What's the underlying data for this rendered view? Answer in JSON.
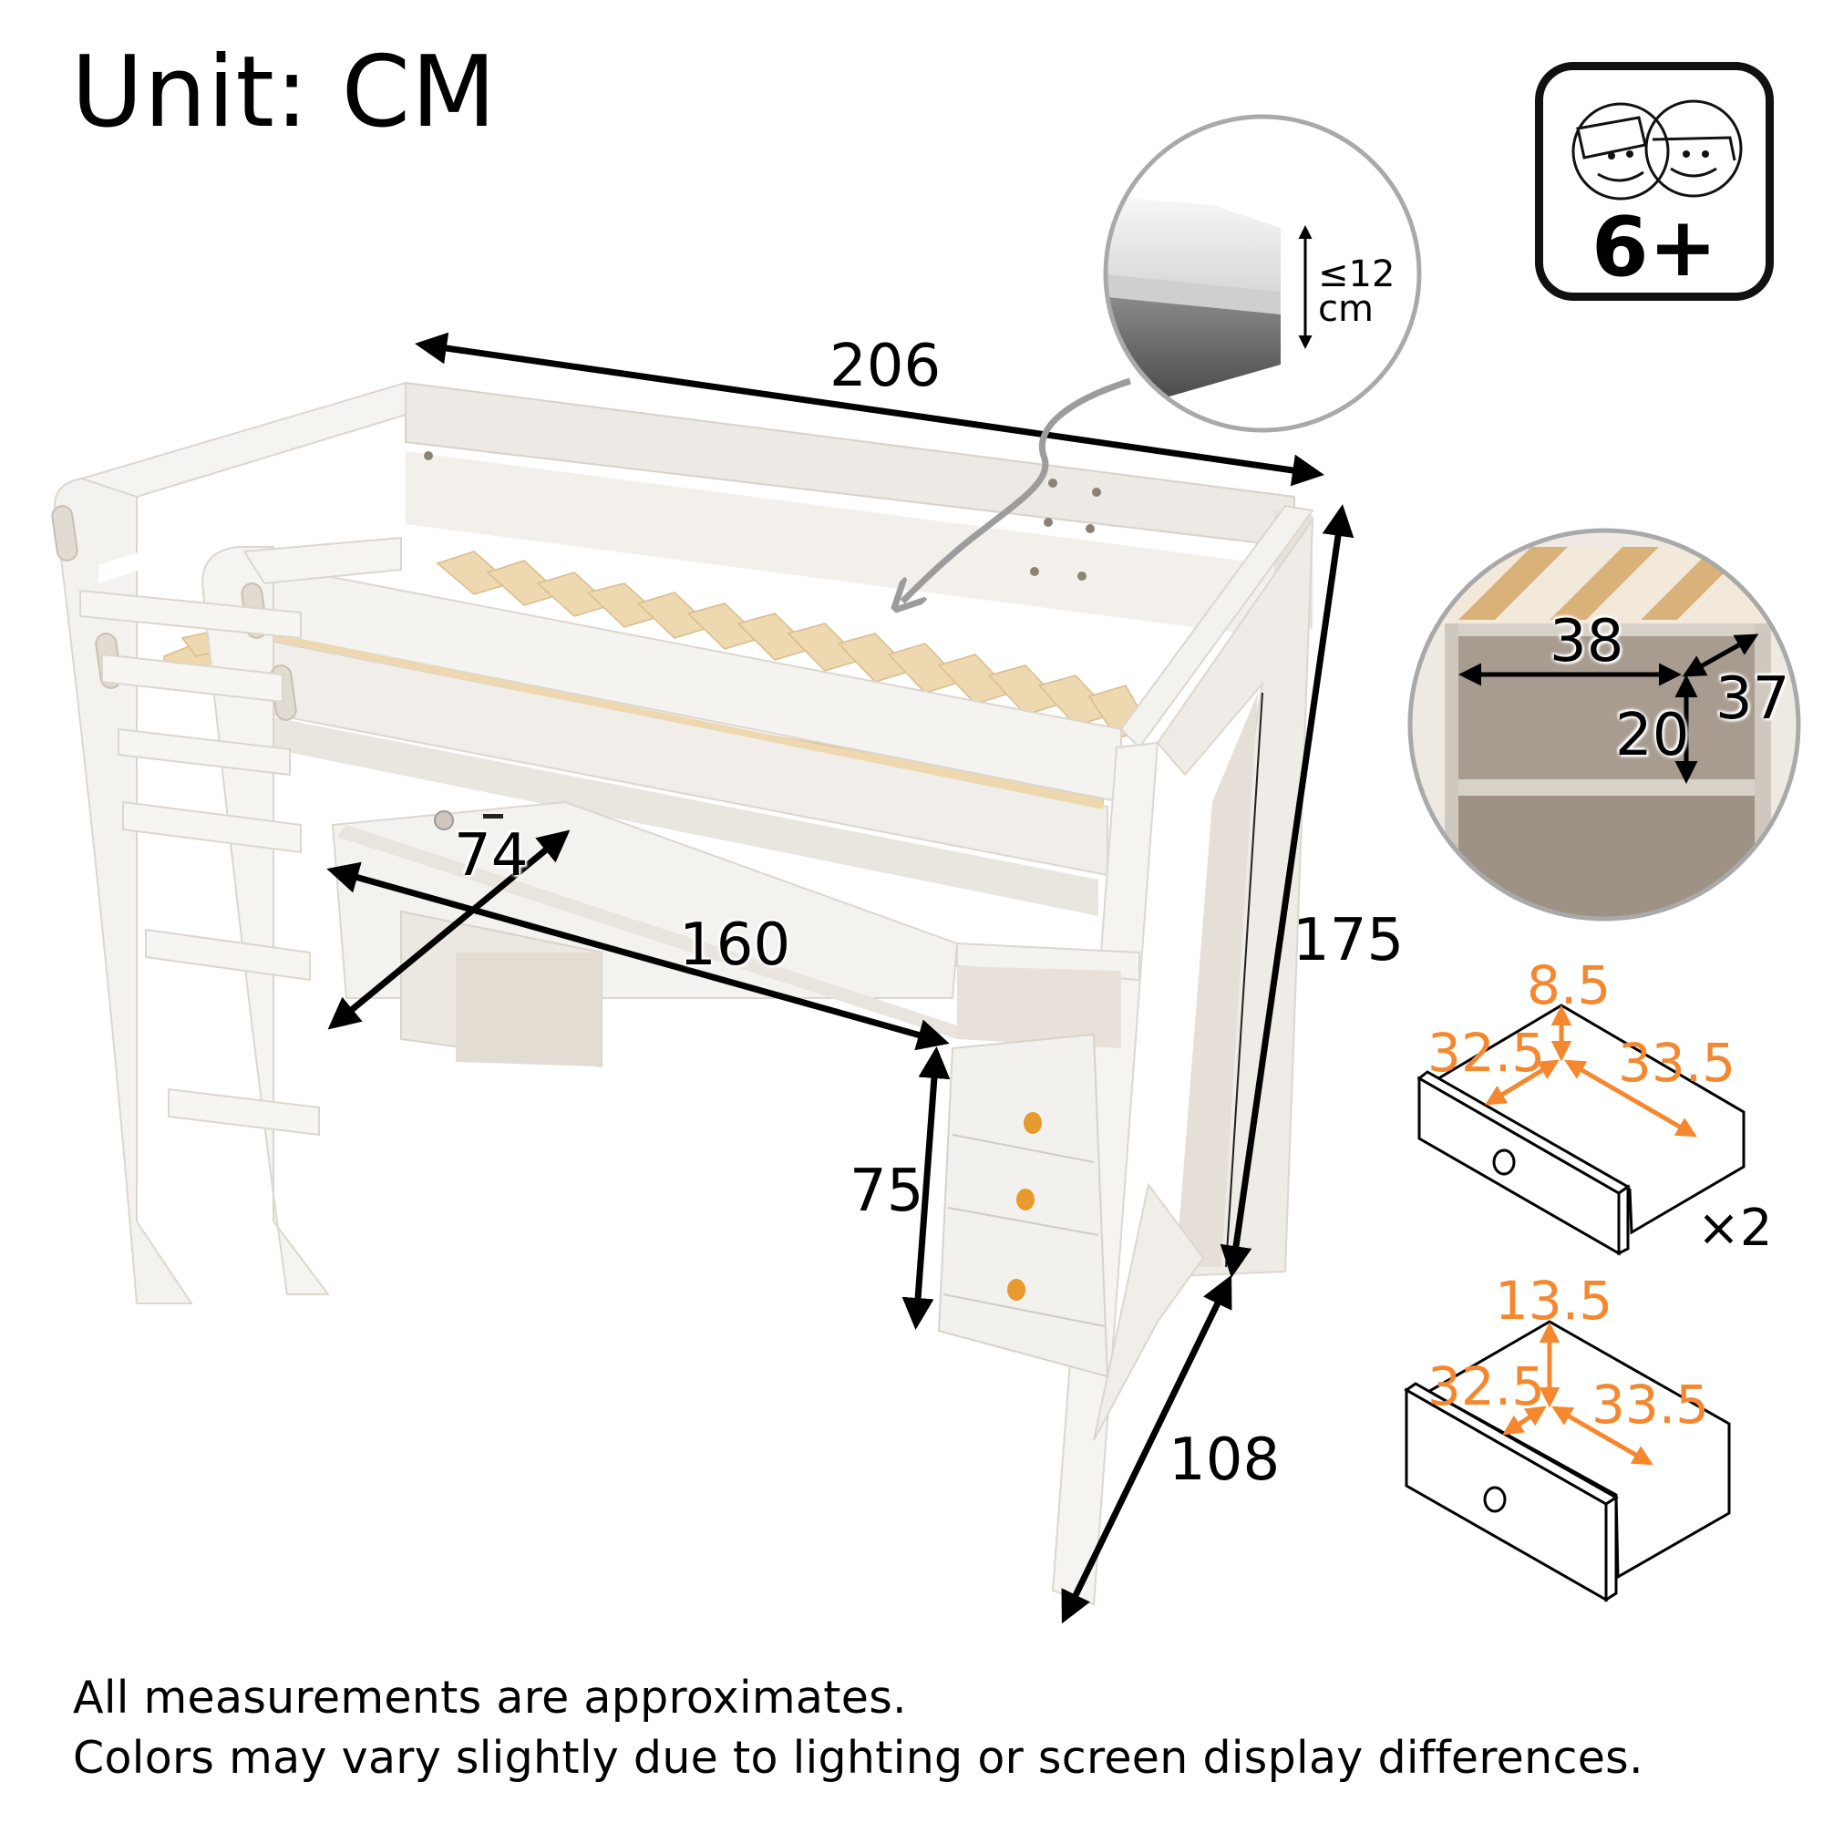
{
  "header": {
    "unit_title": "Unit: CM"
  },
  "age_badge": {
    "icon": "two-kids-faces-icon",
    "label": "6+"
  },
  "mattress_inset": {
    "icon": "mattress-icon",
    "max_thickness": "≤12",
    "unit": "cm"
  },
  "bed_dimensions": {
    "length": "206",
    "height": "175",
    "width": "108",
    "desk_depth": "74",
    "desk_length": "160",
    "desk_height": "75"
  },
  "shelf_inset": {
    "width": "38",
    "depth": "37",
    "height": "20"
  },
  "drawers": [
    {
      "height": "8.5",
      "width": "32.5",
      "depth": "33.5",
      "quantity": "×2"
    },
    {
      "height": "13.5",
      "width": "32.5",
      "depth": "33.5"
    }
  ],
  "footer": {
    "line1": "All measurements are approximates.",
    "line2": "Colors may vary slightly due to lighting or screen display differences."
  },
  "colors": {
    "frame_white": "#F1EEEA",
    "frame_shadow": "#DCD6CF",
    "slat_wood": "#EED8B0",
    "drawer_dim_orange": "#F5872F",
    "knob_orange": "#E79A2E",
    "inset_border": "#A9A9A9",
    "shelf_taupe": "#A89C90"
  }
}
